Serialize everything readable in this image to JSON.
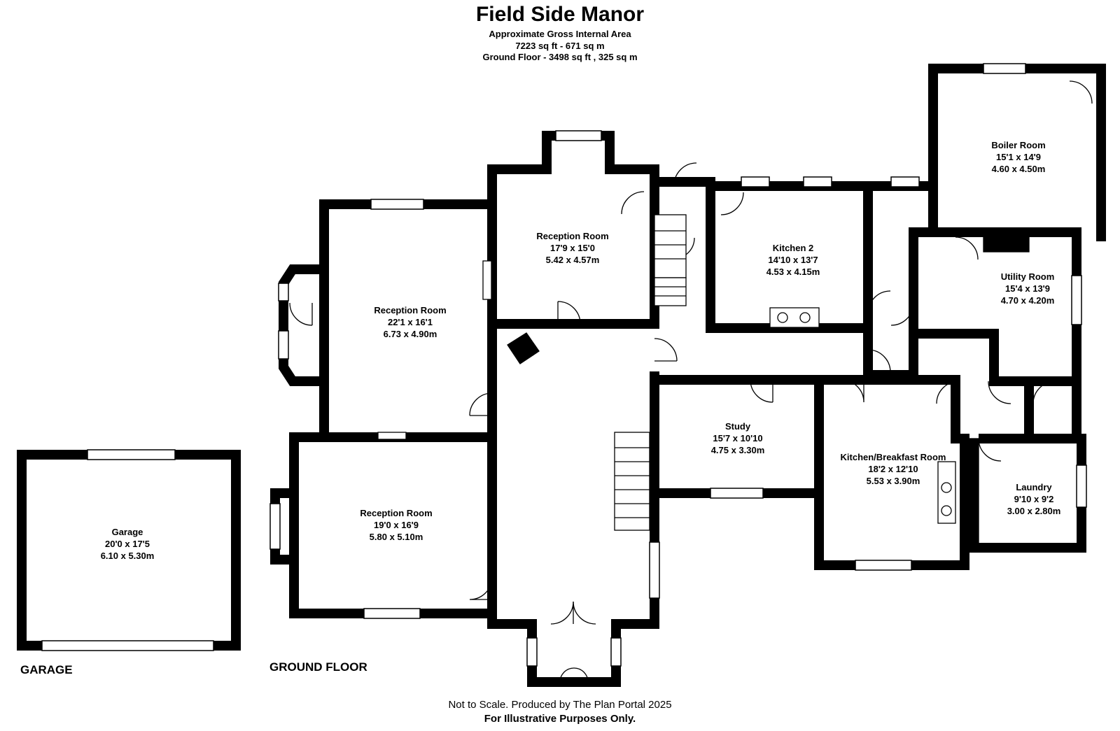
{
  "header": {
    "title": "Field Side Manor",
    "subtitle_line1": "Approximate Gross Internal Area",
    "subtitle_line2": "7223 sq ft - 671 sq m",
    "subtitle_line3": "Ground Floor - 3498 sq ft , 325 sq m"
  },
  "floor_labels": {
    "garage": "GARAGE",
    "ground": "GROUND FLOOR"
  },
  "rooms": {
    "garage": {
      "name": "Garage",
      "imperial": "20'0 x 17'5",
      "metric": "6.10 x 5.30m"
    },
    "reception_left": {
      "name": "Reception Room",
      "imperial": "22'1 x 16'1",
      "metric": "6.73 x 4.90m"
    },
    "reception_top": {
      "name": "Reception Room",
      "imperial": "17'9 x 15'0",
      "metric": "5.42 x 4.57m"
    },
    "reception_bottom": {
      "name": "Reception Room",
      "imperial": "19'0 x 16'9",
      "metric": "5.80 x 5.10m"
    },
    "kitchen2": {
      "name": "Kitchen 2",
      "imperial": "14'10 x 13'7",
      "metric": "4.53 x 4.15m"
    },
    "boiler": {
      "name": "Boiler Room",
      "imperial": "15'1 x 14'9",
      "metric": "4.60 x 4.50m"
    },
    "utility": {
      "name": "Utility Room",
      "imperial": "15'4 x 13'9",
      "metric": "4.70 x 4.20m"
    },
    "study": {
      "name": "Study",
      "imperial": "15'7 x 10'10",
      "metric": "4.75 x 3.30m"
    },
    "kitchen_breakfast": {
      "name": "Kitchen/Breakfast Room",
      "imperial": "18'2 x 12'10",
      "metric": "5.53 x 3.90m"
    },
    "laundry": {
      "name": "Laundry",
      "imperial": "9'10 x 9'2",
      "metric": "3.00 x 2.80m"
    }
  },
  "footer": {
    "line1": "Not to Scale. Produced by The Plan Portal 2025",
    "line2": "For Illustrative Purposes Only."
  },
  "colors": {
    "wall": "#000000",
    "background": "#ffffff",
    "window": "#ffffff"
  }
}
